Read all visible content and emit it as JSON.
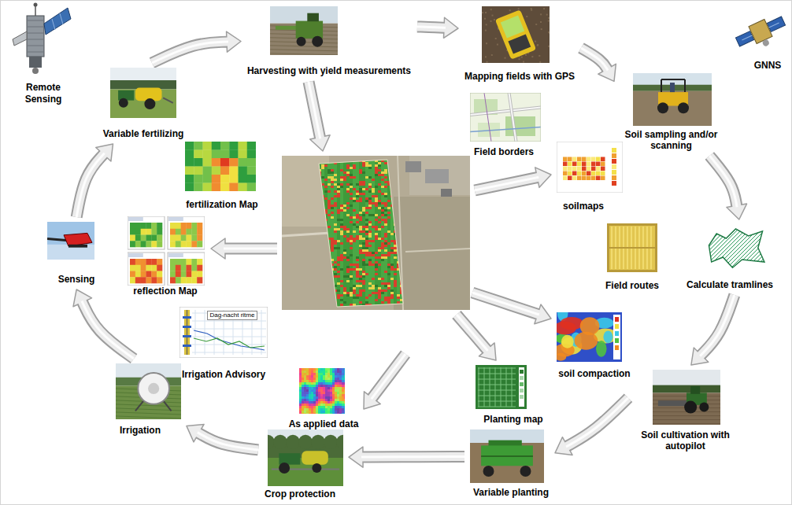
{
  "diagram": {
    "nodes": [
      {
        "text": [
          "Harvesting with yield measurements"
        ]
      },
      {
        "text": [
          "Mapping fields with GPS"
        ]
      },
      {
        "text": [
          "Variable fertilizing"
        ]
      },
      {
        "text": [
          "Soil sampling and/or scanning"
        ]
      },
      {
        "text": [
          "Field borders"
        ]
      },
      {
        "text": [
          "fertilization Map"
        ]
      },
      {
        "text": [
          "soilmaps"
        ]
      },
      {
        "text": [
          "Sensing"
        ]
      },
      {
        "text": [
          "reflection Map"
        ]
      },
      {
        "text": [
          "Field routes"
        ]
      },
      {
        "text": [
          "Calculate tramlines"
        ]
      },
      {
        "text": [
          "Irrigation Advisory"
        ]
      },
      {
        "text": [
          "soil compaction"
        ]
      },
      {
        "text": [
          "Irrigation"
        ]
      },
      {
        "text": [
          "Planting map"
        ]
      },
      {
        "text": [
          "As applied data"
        ]
      },
      {
        "text": [
          "Soil cultivation with autopilot"
        ]
      },
      {
        "text": [
          "Variable planting"
        ]
      },
      {
        "text": [
          "Crop protection"
        ]
      }
    ],
    "edges": [
      {
        "from": 0,
        "to": 1,
        "arrow": "to"
      },
      {
        "from": 1,
        "to": 3,
        "arrow": "to"
      },
      {
        "from": 3,
        "to": 10,
        "arrow": "to"
      },
      {
        "from": 10,
        "to": 16,
        "arrow": "to"
      },
      {
        "from": 16,
        "to": 17,
        "arrow": "to"
      },
      {
        "from": 17,
        "to": 18,
        "arrow": "to"
      },
      {
        "from": 18,
        "to": 13,
        "arrow": "to"
      },
      {
        "from": 13,
        "to": 7,
        "arrow": "to"
      },
      {
        "from": 7,
        "to": 2,
        "arrow": "to"
      },
      {
        "from": 2,
        "to": 0,
        "arrow": "to"
      }
    ],
    "labels": [
      "Remote Sensing",
      "GNNS",
      "Dag-nacht ritme"
    ]
  }
}
